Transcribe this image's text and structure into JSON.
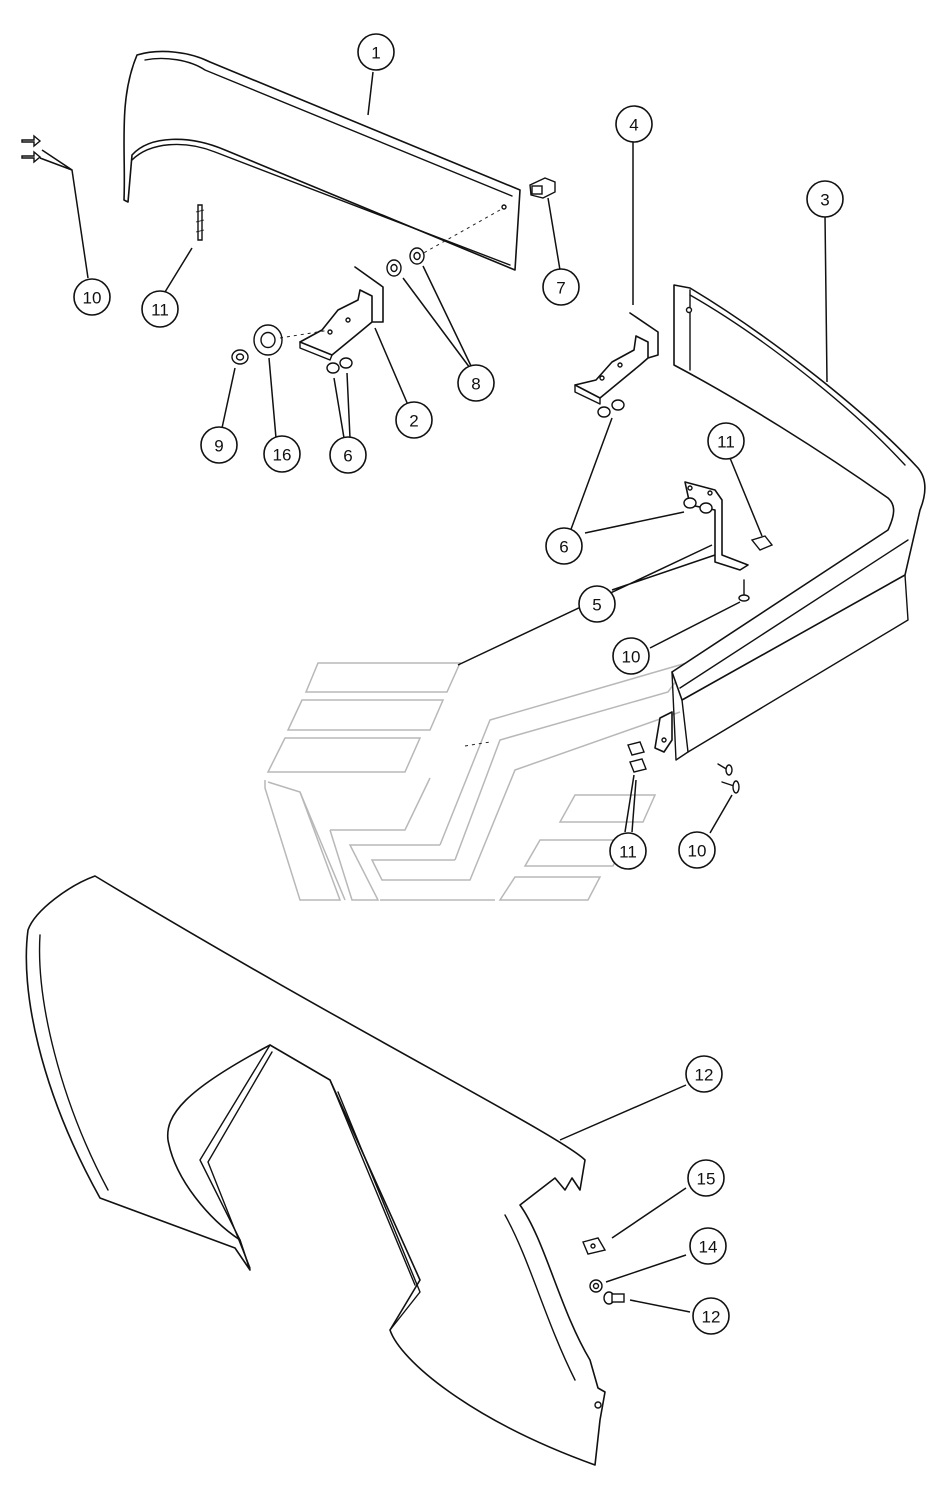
{
  "diagram": {
    "type": "exploded-parts-diagram",
    "line_color": "#111111",
    "watermark_color": "#b8b8b8",
    "callouts": [
      {
        "label": "1",
        "part": "front-fender-panel"
      },
      {
        "label": "10",
        "part": "screw-pair-upper-left"
      },
      {
        "label": "11",
        "part": "clip-upper-left"
      },
      {
        "label": "7",
        "part": "bolt"
      },
      {
        "label": "4",
        "part": "right-bracket"
      },
      {
        "label": "3",
        "part": "rear-fender-panel"
      },
      {
        "label": "8",
        "part": "washer-pair"
      },
      {
        "label": "2",
        "part": "left-bracket"
      },
      {
        "label": "9",
        "part": "nut"
      },
      {
        "label": "16",
        "part": "large-washer"
      },
      {
        "label": "6",
        "part": "nuts-left-bracket"
      },
      {
        "label": "11",
        "part": "clip-right-bracket"
      },
      {
        "label": "6",
        "part": "nuts-right-brackets"
      },
      {
        "label": "5",
        "part": "lower-bracket"
      },
      {
        "label": "10",
        "part": "screw-lower-bracket"
      },
      {
        "label": "11",
        "part": "clips-lower"
      },
      {
        "label": "10",
        "part": "screws-lower-right"
      },
      {
        "label": "12",
        "part": "side-cover"
      },
      {
        "label": "15",
        "part": "clip-side-cover"
      },
      {
        "label": "14",
        "part": "washer-side-cover"
      },
      {
        "label": "12",
        "part": "bolt-side-cover"
      }
    ]
  }
}
